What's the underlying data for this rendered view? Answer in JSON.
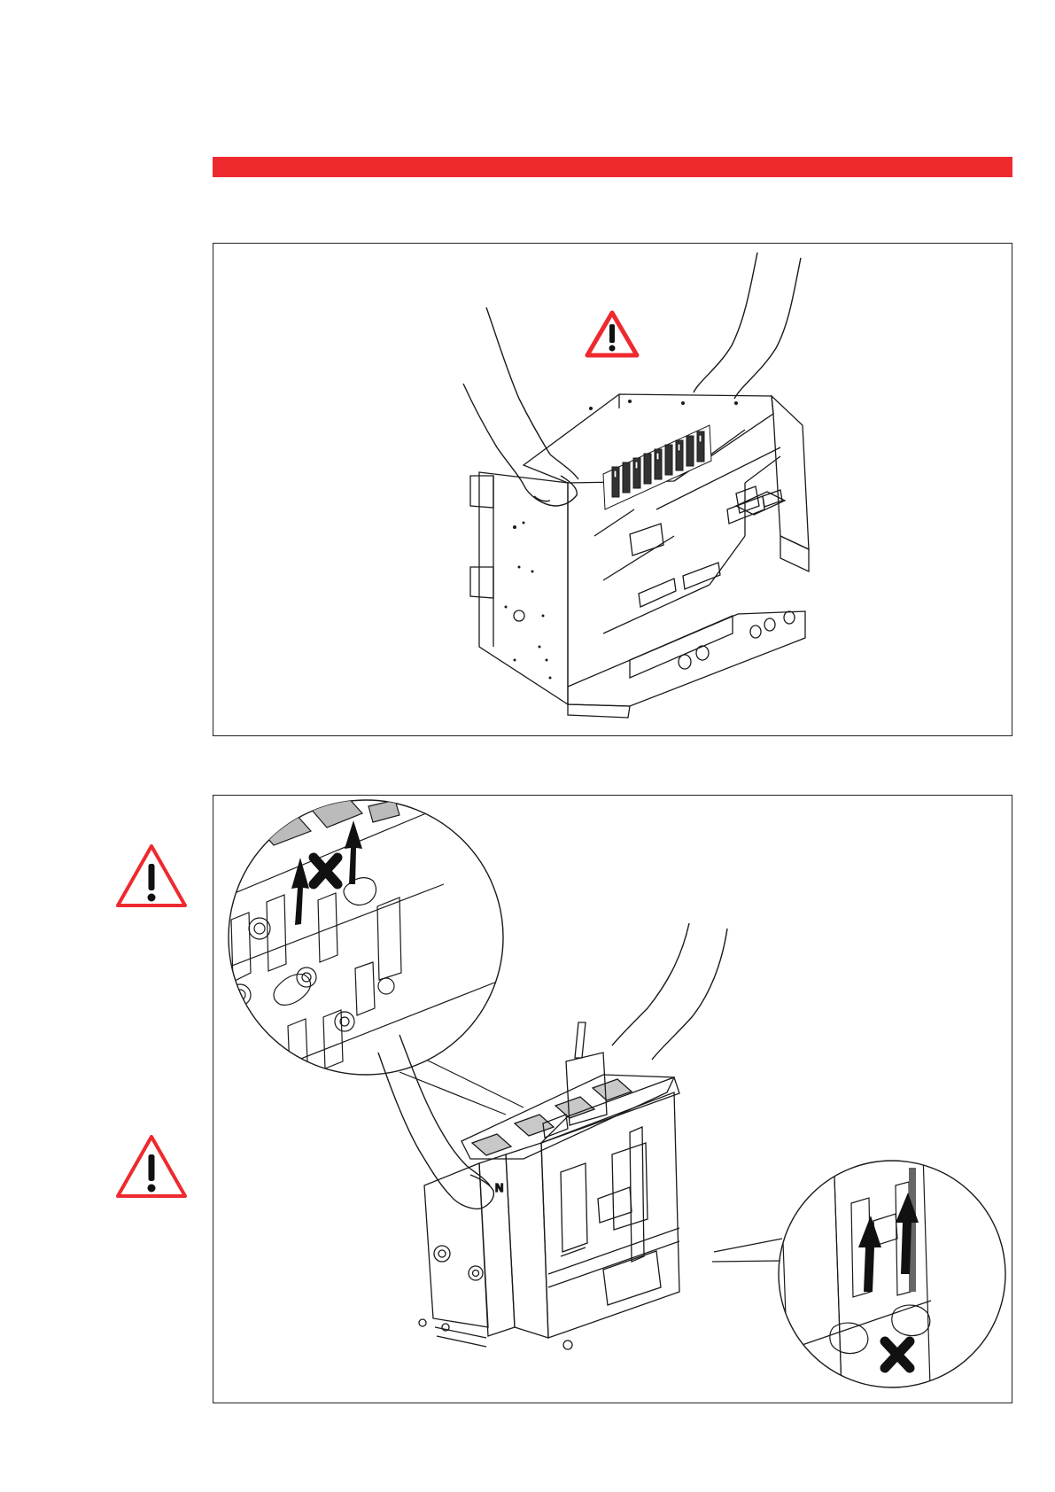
{
  "colors": {
    "accent_red": "#ee2a2f",
    "line": "#1a1a1a",
    "warning_fill": "#ffffff"
  },
  "figures": [
    {
      "icons": [
        "warning-triangle-icon",
        "lifting-hands",
        "breaker-chassis"
      ]
    },
    {
      "icons": [
        "cross-mark-icon",
        "arrow-up-icon",
        "breaker-unit"
      ],
      "neutral_label": "N"
    }
  ],
  "side_icons": [
    "warning-triangle-icon",
    "warning-triangle-icon"
  ]
}
